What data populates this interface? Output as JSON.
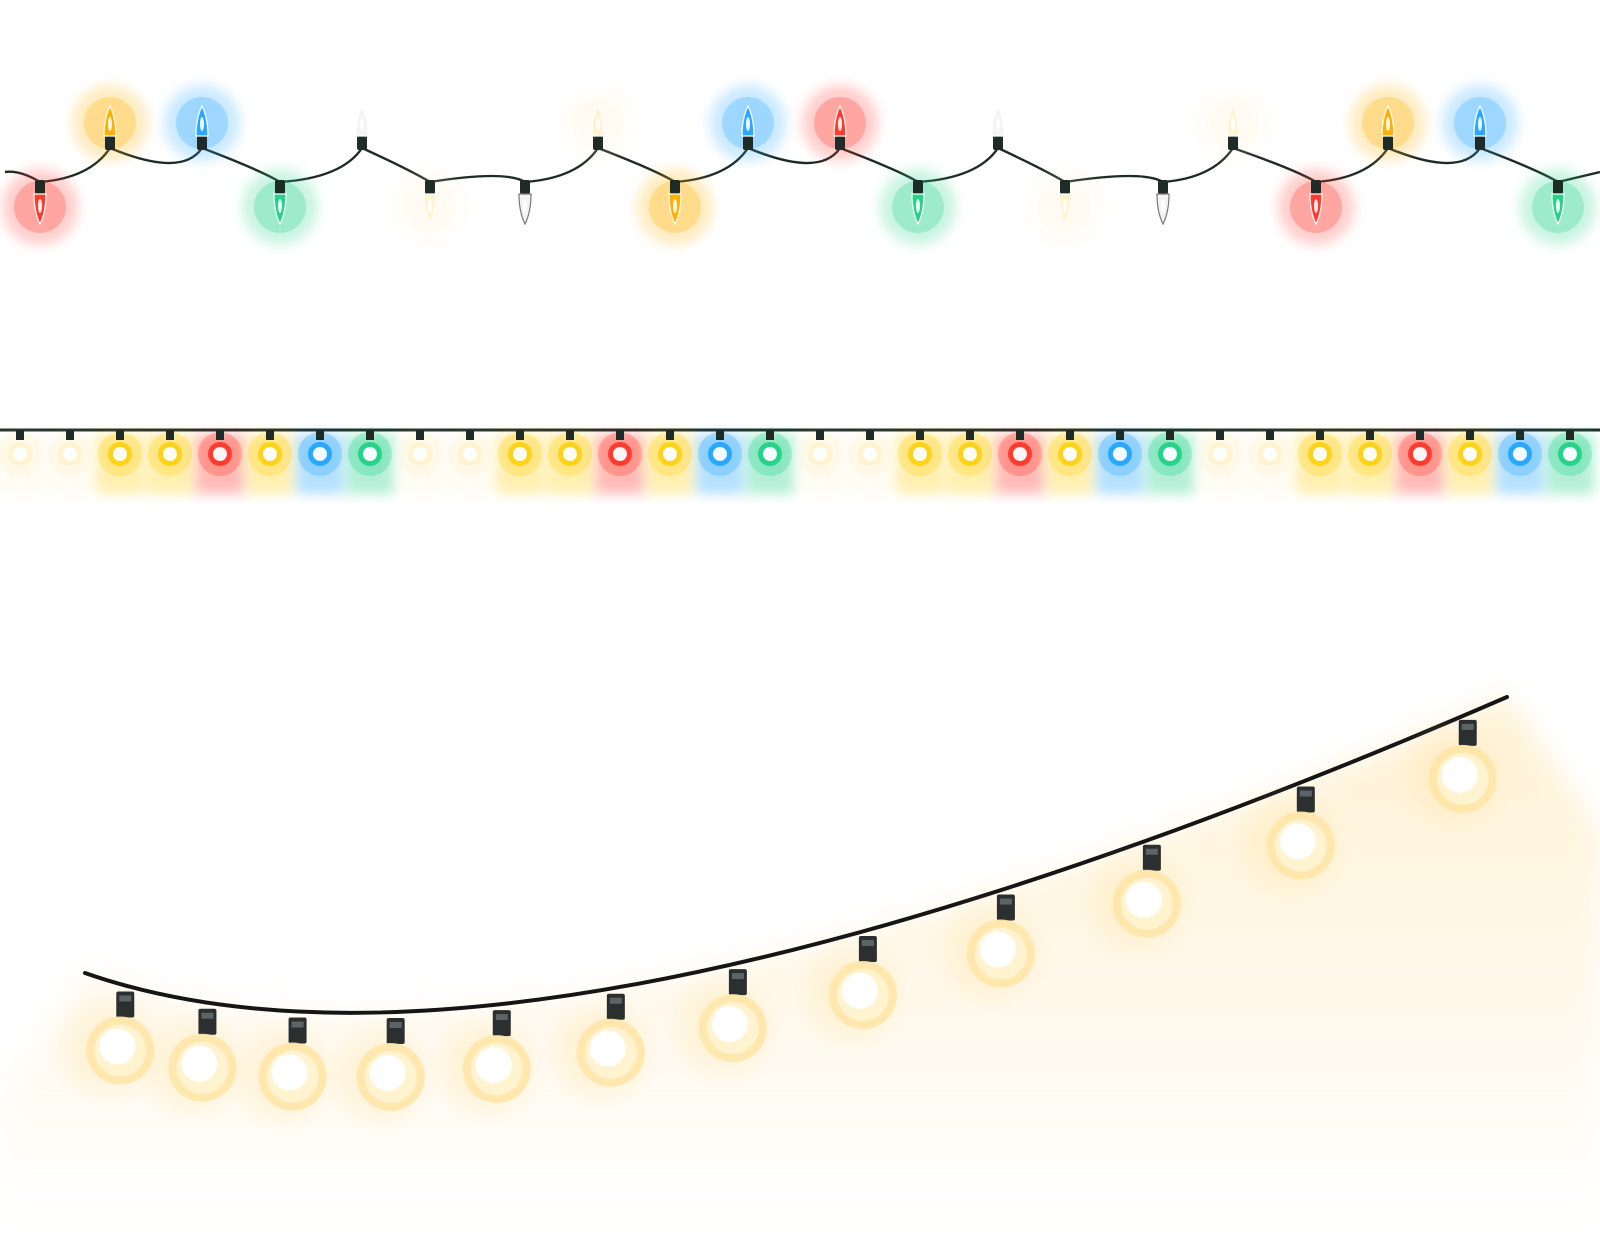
{
  "colors": {
    "background": "#ffffff",
    "wire": "#1f2b26",
    "red": "#ff3b30",
    "blue": "#2aa8ff",
    "green": "#27d38b",
    "amber": "#ffb000",
    "yellow": "#ffd21a",
    "warm_white": "#fff3d0",
    "white": "#f4f4f4",
    "glow_warm": "#ffe6a8"
  },
  "strings": [
    {
      "id": "mini-bulb-string",
      "style": "tapered mini bulbs on zigzag wire",
      "bulb_colors": [
        "red",
        "amber",
        "blue",
        "green",
        "white",
        "warm_white",
        "white",
        "warm_white",
        "amber",
        "blue",
        "red",
        "green",
        "white",
        "warm_white",
        "white",
        "warm_white",
        "red",
        "amber",
        "blue",
        "green"
      ]
    },
    {
      "id": "led-strip",
      "style": "round LED bulbs on straight wire",
      "bulb_colors": [
        "warm_white",
        "warm_white",
        "yellow",
        "yellow",
        "red",
        "yellow",
        "blue",
        "green",
        "warm_white",
        "warm_white",
        "yellow",
        "yellow",
        "red",
        "yellow",
        "blue",
        "green",
        "warm_white",
        "warm_white",
        "yellow",
        "yellow",
        "red",
        "yellow",
        "blue",
        "green",
        "warm_white",
        "warm_white",
        "yellow",
        "yellow",
        "red",
        "yellow",
        "blue",
        "green"
      ]
    },
    {
      "id": "globe-bulb-string",
      "style": "warm globe bulbs on curved wire",
      "bulb_count": 12,
      "bulb_color": "warm_white"
    }
  ]
}
